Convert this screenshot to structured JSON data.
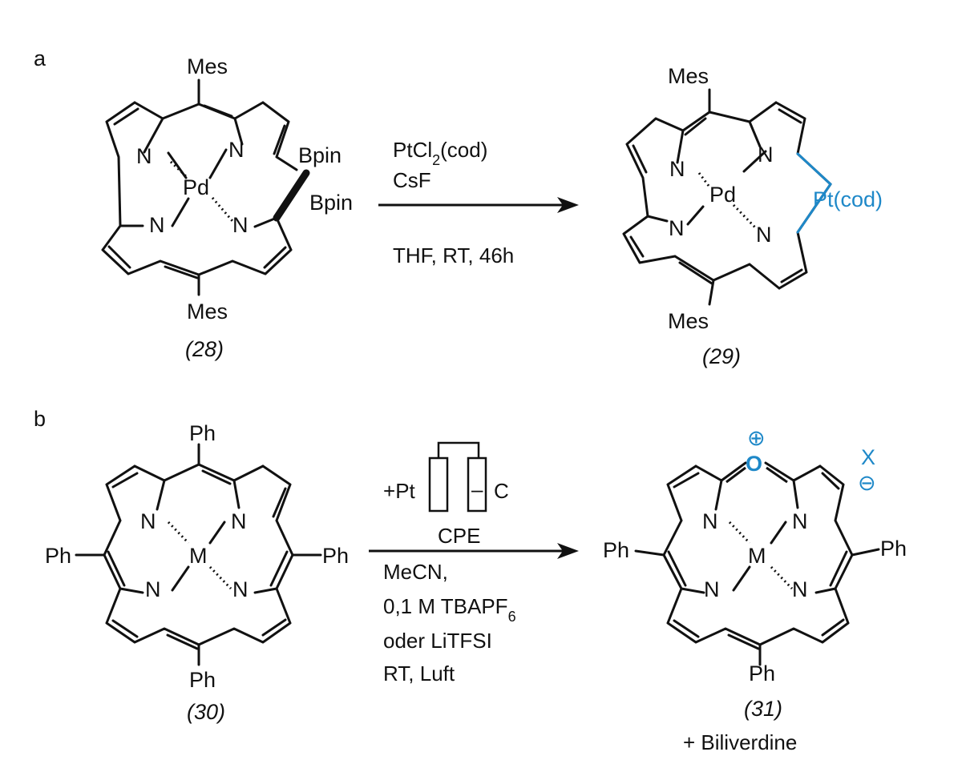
{
  "panels": {
    "a": "a",
    "b": "b"
  },
  "scheme_a": {
    "start": {
      "top_substituent": "Mes",
      "bottom_substituent": "Mes",
      "metal": "Pd",
      "boryl_1": "Bpin",
      "boryl_2": "Bpin",
      "label": "(28)"
    },
    "conditions": {
      "reagent_1_prefix": "PtCl",
      "reagent_1_sub": "2",
      "reagent_1_suffix": "(cod)",
      "reagent_2": "CsF",
      "conditions": "THF, RT, 46h"
    },
    "product": {
      "top_substituent": "Mes",
      "bottom_substituent": "Mes",
      "metal": "Pd",
      "platinum": "Pt(cod)",
      "label": "(29)"
    }
  },
  "scheme_b": {
    "start": {
      "meso_substituent": "Ph",
      "metal": "M",
      "label": "(30)"
    },
    "electrolysis": {
      "anode": "Pt",
      "anode_sign": "+",
      "cathode": "C",
      "cathode_sign": "–",
      "method": "CPE"
    },
    "conditions": {
      "line_1": "MeCN,",
      "line_2_prefix": "0,1 M TBAPF",
      "line_2_sub": "6",
      "line_3": "oder LiTFSI",
      "line_4": "RT, Luft"
    },
    "product": {
      "meso_substituent": "Ph",
      "metal": "M",
      "oxygen": "O",
      "oxygen_charge": "⊕",
      "counterion": "X",
      "counterion_charge": "⊖",
      "label": "(31)",
      "byproduct": "+ Biliverdine"
    }
  },
  "nitrogen": "N",
  "colors": {
    "accent": "#1e88c8",
    "ink": "#111111"
  }
}
